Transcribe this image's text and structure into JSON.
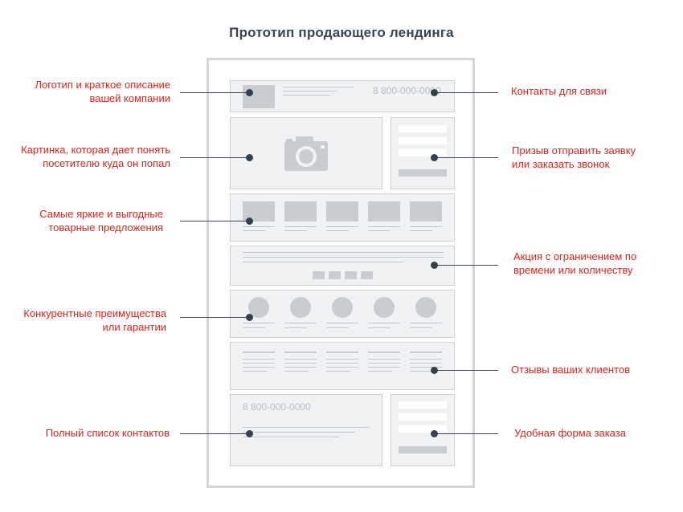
{
  "title": "Прототип продающего лендинга",
  "mockup": {
    "header_phone": "8 800-000-0000",
    "footer_phone": "8 800-000-0000"
  },
  "labels_left": [
    {
      "line1": "Логотип и краткое описание",
      "line2": "вашей компании"
    },
    {
      "line1": "Картинка, которая дает понять",
      "line2": "посетителю куда он попал"
    },
    {
      "line1": "Самые яркие и выгодные",
      "line2": "товарные предложения"
    },
    {
      "line1": "Конкурентные преимущества",
      "line2": "или гарантии"
    },
    {
      "line1": "Полный список контактов",
      "line2": ""
    }
  ],
  "labels_right": [
    {
      "line1": "Контакты для связи",
      "line2": ""
    },
    {
      "line1": "Призыв отправить заявку",
      "line2": "или заказать звонок"
    },
    {
      "line1": "Акция с ограничением по",
      "line2": "времени или количеству"
    },
    {
      "line1": "Отзывы ваших клиентов",
      "line2": ""
    },
    {
      "line1": "Удобная форма заказа",
      "line2": ""
    }
  ],
  "icons": {
    "hero": "camera-icon",
    "connector_end": "dot"
  },
  "colors": {
    "label_text": "#e0241b",
    "title_text": "#3a4552",
    "connector": "#34404d",
    "placeholder": "#c9cdd0",
    "block_bg": "#f0f2f3"
  }
}
